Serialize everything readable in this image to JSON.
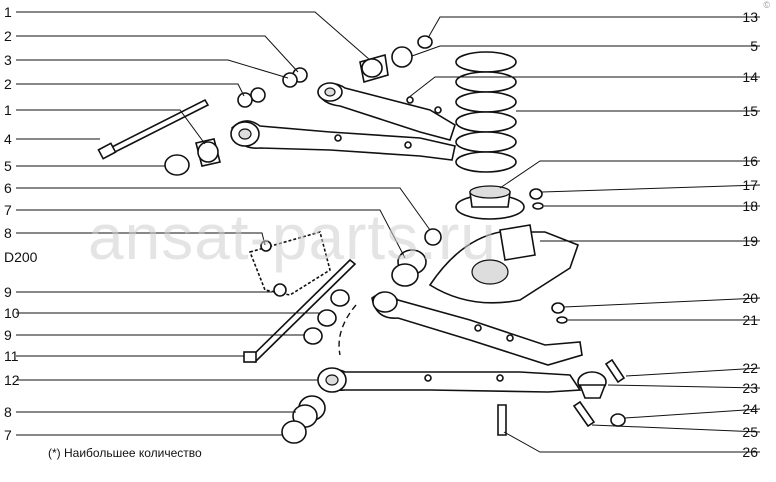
{
  "watermark": "ansat-parts.ru",
  "corner_mark": "©",
  "footnote": "(*) Наибольшее количество",
  "left_labels": [
    "1",
    "2",
    "3",
    "2",
    "1",
    "4",
    "5",
    "6",
    "7",
    "8",
    "D200",
    "9",
    "10",
    "9",
    "11",
    "12",
    "8",
    "7"
  ],
  "right_labels": [
    "13",
    "5",
    "14",
    "15",
    "16",
    "17",
    "18",
    "19",
    "20",
    "21",
    "22",
    "23",
    "24",
    "25",
    "26"
  ]
}
